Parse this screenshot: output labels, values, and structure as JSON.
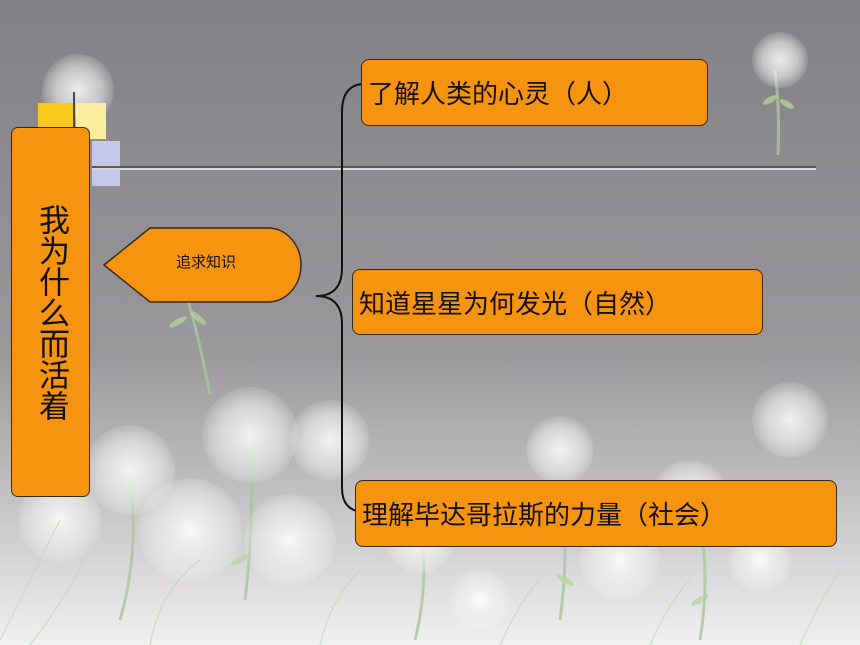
{
  "title": "我为什么而活着",
  "pursuit": {
    "label": "追求知识"
  },
  "branches": [
    {
      "label": "了解人类的心灵（人）"
    },
    {
      "label": "知道星星为何发光（自然）"
    },
    {
      "label": "理解毕达哥拉斯的力量（社会）"
    }
  ],
  "colors": {
    "node_fill": "#f7940f",
    "background": "#8d8b8e",
    "square_yellow": "#f7c91b",
    "square_light_yellow": "#fbeea0",
    "square_blue": "#c4c8e8"
  }
}
